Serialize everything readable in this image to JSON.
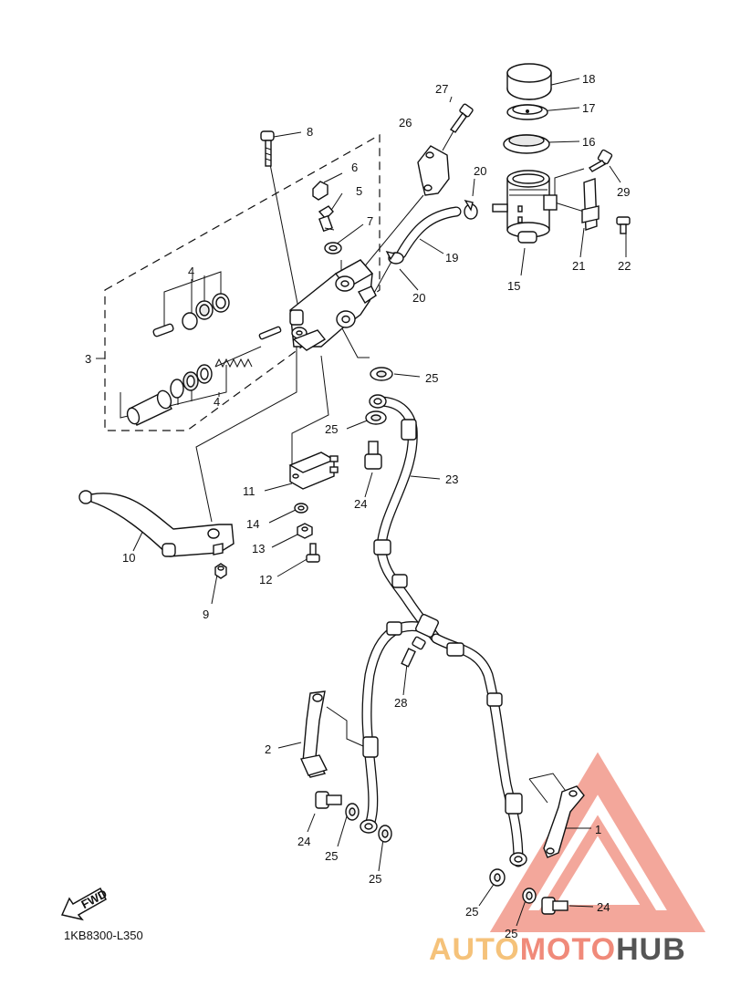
{
  "diagram_code": "1KB8300-L350",
  "fwd_label": "FWD",
  "watermark": {
    "text_part1": "AUTO",
    "text_part2": "MOTO",
    "text_part3": "HUB",
    "color_primary": "#f08a7a",
    "color_secondary": "#f5c27a",
    "color_dark": "#555555"
  },
  "callouts": {
    "c1": "1",
    "c2": "2",
    "c3": "3",
    "c4a": "4",
    "c4b": "4",
    "c5": "5",
    "c6": "6",
    "c7": "7",
    "c8": "8",
    "c9": "9",
    "c10": "10",
    "c11": "11",
    "c12": "12",
    "c13": "13",
    "c14": "14",
    "c15": "15",
    "c16": "16",
    "c17": "17",
    "c18": "18",
    "c19": "19",
    "c20a": "20",
    "c20b": "20",
    "c21": "21",
    "c22": "22",
    "c23": "23",
    "c24a": "24",
    "c24b": "24",
    "c24c": "24",
    "c25a": "25",
    "c25b": "25",
    "c25c": "25",
    "c25d": "25",
    "c25e": "25",
    "c25f": "25",
    "c26": "26",
    "c27": "27",
    "c28": "28",
    "c29": "29"
  }
}
